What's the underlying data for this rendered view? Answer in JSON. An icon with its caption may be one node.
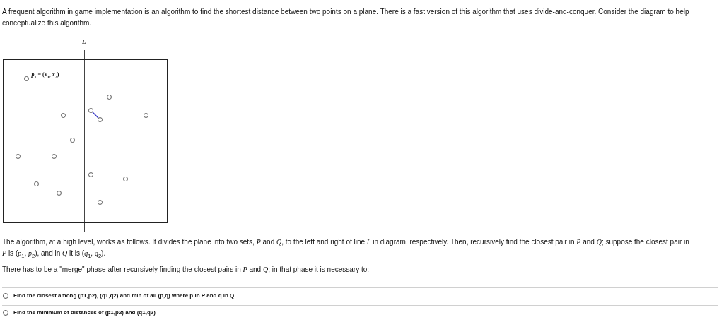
{
  "diagram": {
    "nodes": [
      {
        "text": [],
        "shape": "box"
      },
      {
        "text": [],
        "shape": "circle",
        "in": 0,
        "beside": [
          "*p*$_{1}$ = (*x*$_{1}$, *x*$_{2}$)"
        ]
      },
      {
        "text": [],
        "shape": "circle",
        "in": 0
      },
      {
        "text": [],
        "shape": "circle",
        "in": 0
      },
      {
        "text": [],
        "shape": "circle",
        "in": 0
      },
      {
        "text": [],
        "shape": "circle",
        "in": 0
      },
      {
        "text": [],
        "shape": "circle",
        "in": 0
      },
      {
        "text": [],
        "shape": "circle",
        "in": 0
      },
      {
        "text": [],
        "shape": "circle",
        "in": 0
      },
      {
        "text": [],
        "shape": "circle",
        "in": 0
      },
      {
        "text": [],
        "shape": "circle",
        "in": 0
      },
      {
        "text": [],
        "shape": "circle",
        "in": 0
      },
      {
        "text": [],
        "shape": "circle",
        "in": 0
      },
      {
        "text": [],
        "shape": "circle",
        "in": 0
      },
      {
        "text": [],
        "shape": "circle",
        "in": 0
      }
    ],
    "edges": [
      {
        "from": 3,
        "to": 6,
        "arrow": "none",
        "color": "#3b3bc8"
      }
    ],
    "labels": [
      "A frequent algorithm in game implementation is an algorithm to find the shortest distance between two points on a plane. There is a fast version of this algorithm that uses divide-and-conquer. Consider the diagram to help conceptualize this algorithm.",
      "L",
      "The algorithm, at a high level, works as follows. It divides the plane into two sets, *P* and *Q*, to the left and right of line *L* in diagram, respectively. Then, recursively find the closest pair in *P* and *Q*; suppose the closest pair in *P* is (*p*$_{1}$, *p*$_{2}$), and in *Q* it is (*q*$_{1}$, *q*$_{2}$).",
      "There has to be a \"merge\" phase after recursively finding the closest pairs in *P* and *Q*; in that phase it is necessary to:",
      "Find the closest among (p1,p2), (q1,q2) and min of all (p,q) where p in P and q in Q",
      "Find the minimum of distances of (p1,p2) and (q1,q2)"
    ]
  }
}
